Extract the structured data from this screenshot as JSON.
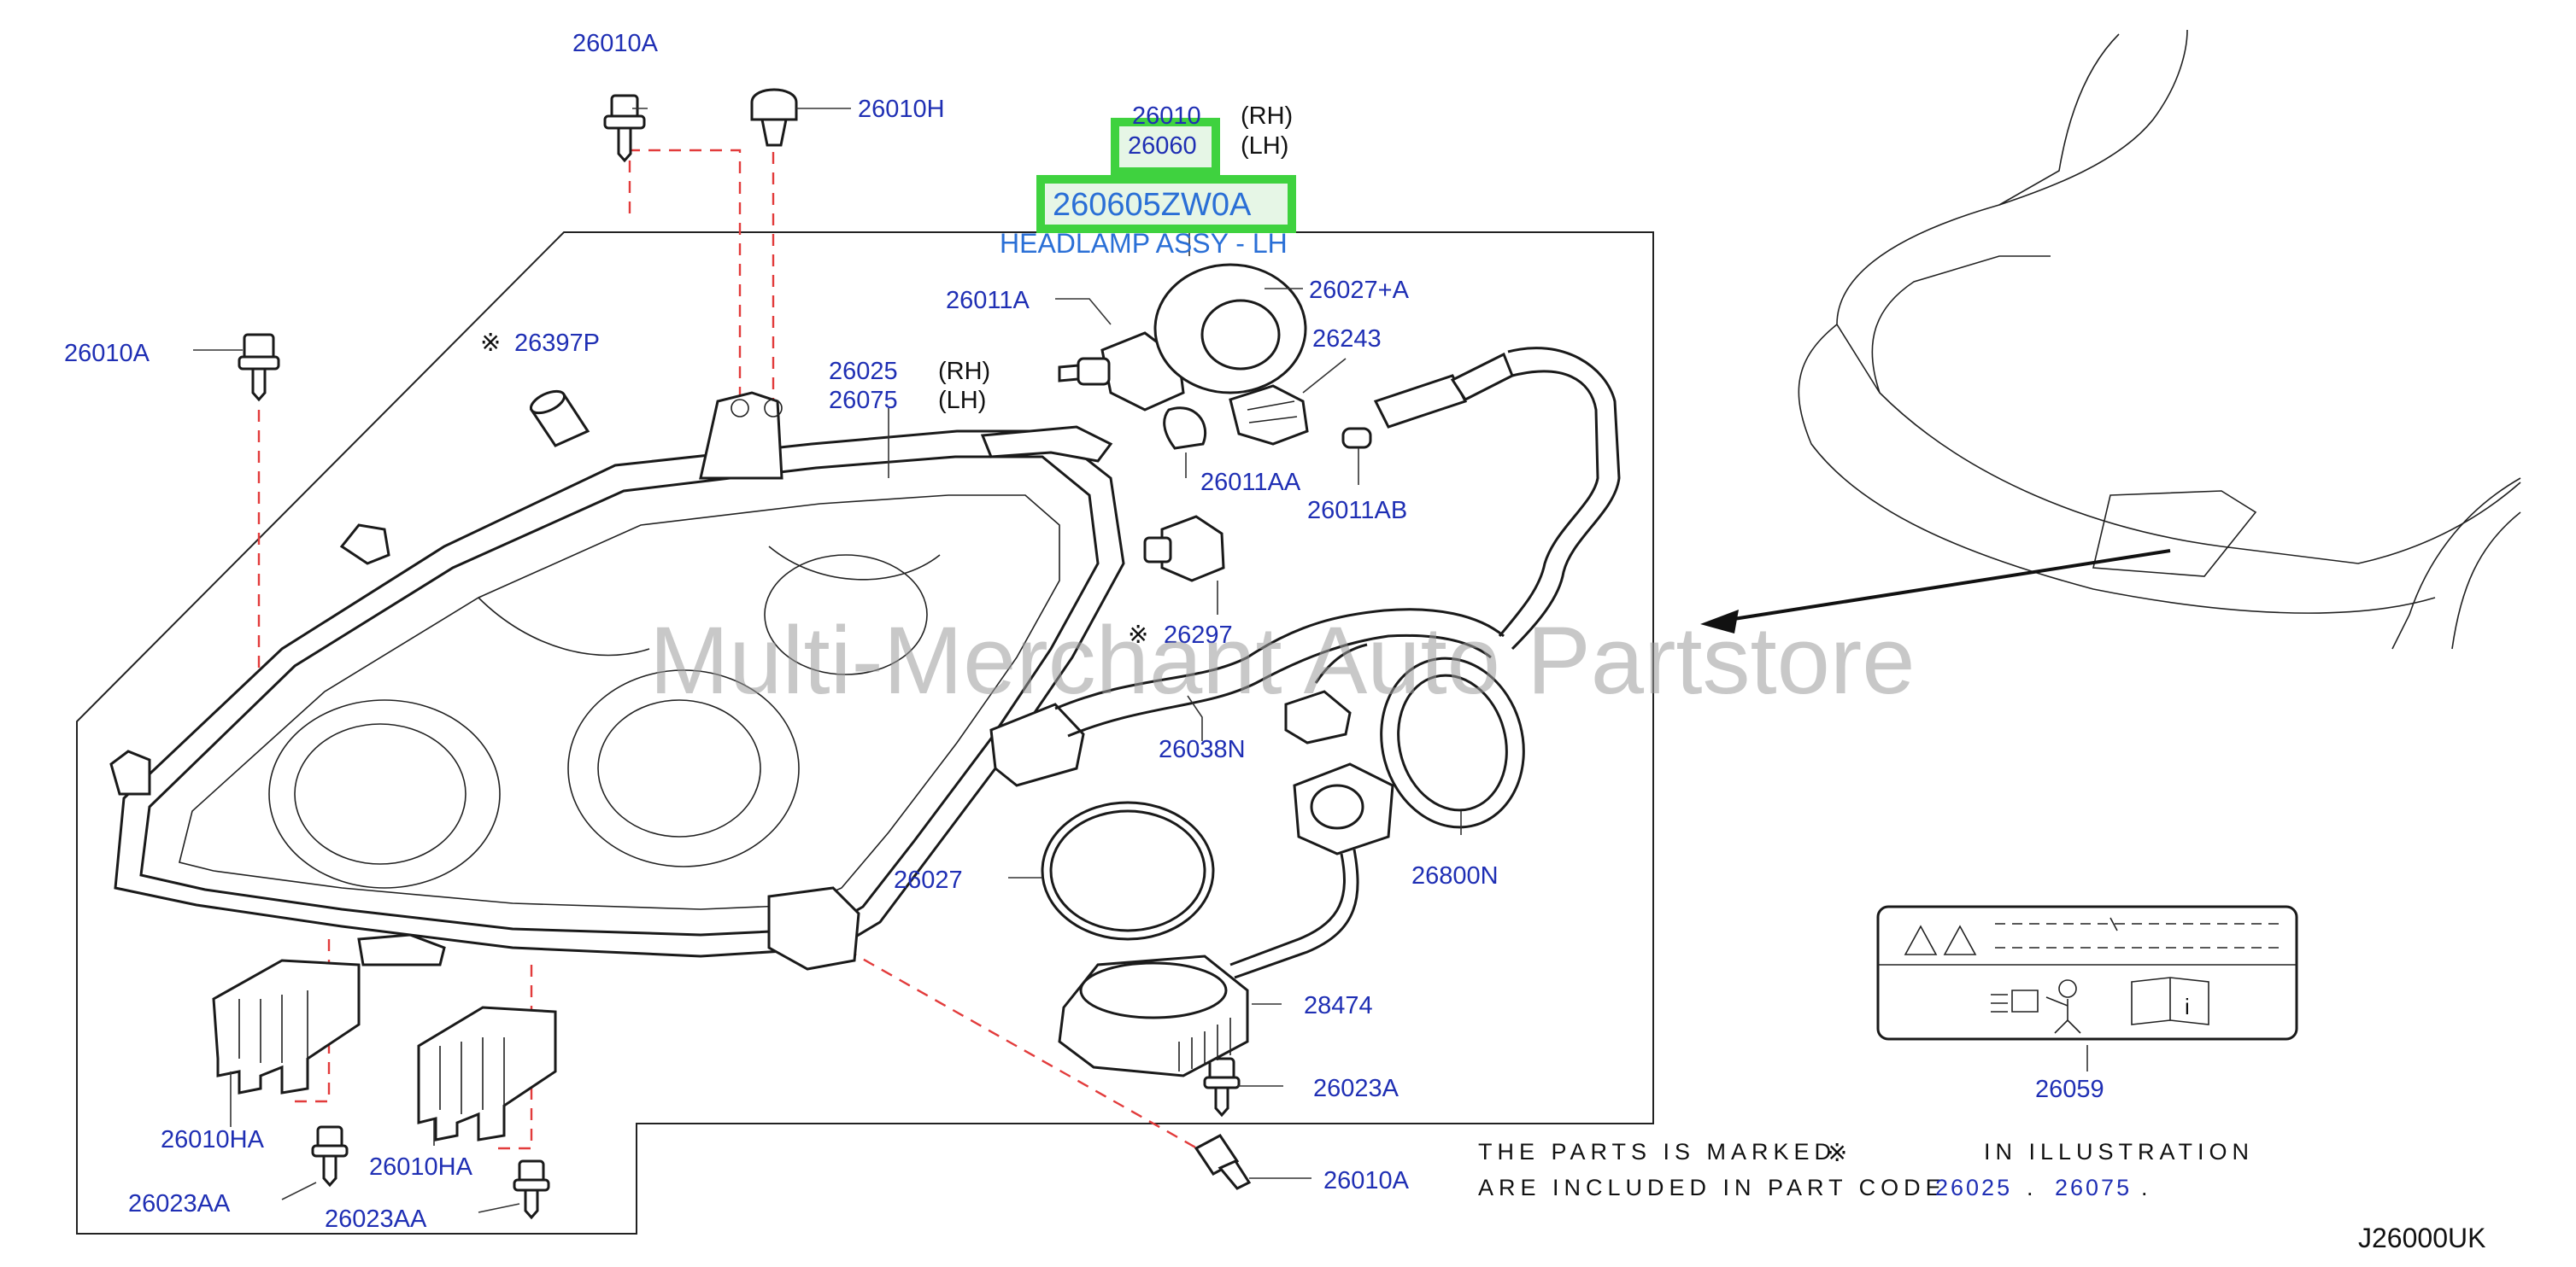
{
  "labels": {
    "p26010A_top": "26010A",
    "p26010H": "26010H",
    "p26010": "26010",
    "rh1": "(RH)",
    "p26060": "26060",
    "lh1": "(LH)",
    "highlight_part": "260605ZW0A",
    "highlight_desc": "HEADLAMP ASSY - LH",
    "p26011A": "26011A",
    "p26027A": "26027+A",
    "p26243": "26243",
    "p26010A_left": "26010A",
    "p26397P": "26397P",
    "p26025": "26025",
    "rh2": "(RH)",
    "p26075": "26075",
    "lh2": "(LH)",
    "p26011AA": "26011AA",
    "p26011AB": "26011AB",
    "p26297": "26297",
    "p26038N": "26038N",
    "p26027": "26027",
    "p26800N": "26800N",
    "p28474": "28474",
    "p26023A": "26023A",
    "p26010HA_1": "26010HA",
    "p26010HA_2": "26010HA",
    "p26023AA_1": "26023AA",
    "p26023AA_2": "26023AA",
    "p26010A_bottom": "26010A",
    "p26059": "26059"
  },
  "marker_symbol": "※",
  "note": {
    "line1_a": "THE PARTS IS MARKED",
    "line1_b": "IN ILLUSTRATION",
    "line2_a": "ARE INCLUDED IN PART CODE",
    "code1": "26025",
    "sep": ".",
    "code2": "26075",
    "end": "."
  },
  "diagram_code": "J26000UK",
  "watermark": "Multi-Merchant Auto Partstore",
  "colors": {
    "part_label": "#1f2fb4",
    "highlight": "#3fd23f",
    "highlight_fill": "#e6f6e6",
    "highlight_text": "#2a6fd6",
    "dashed_guide": "#e23b3b",
    "watermark": "#9a9a9a"
  }
}
